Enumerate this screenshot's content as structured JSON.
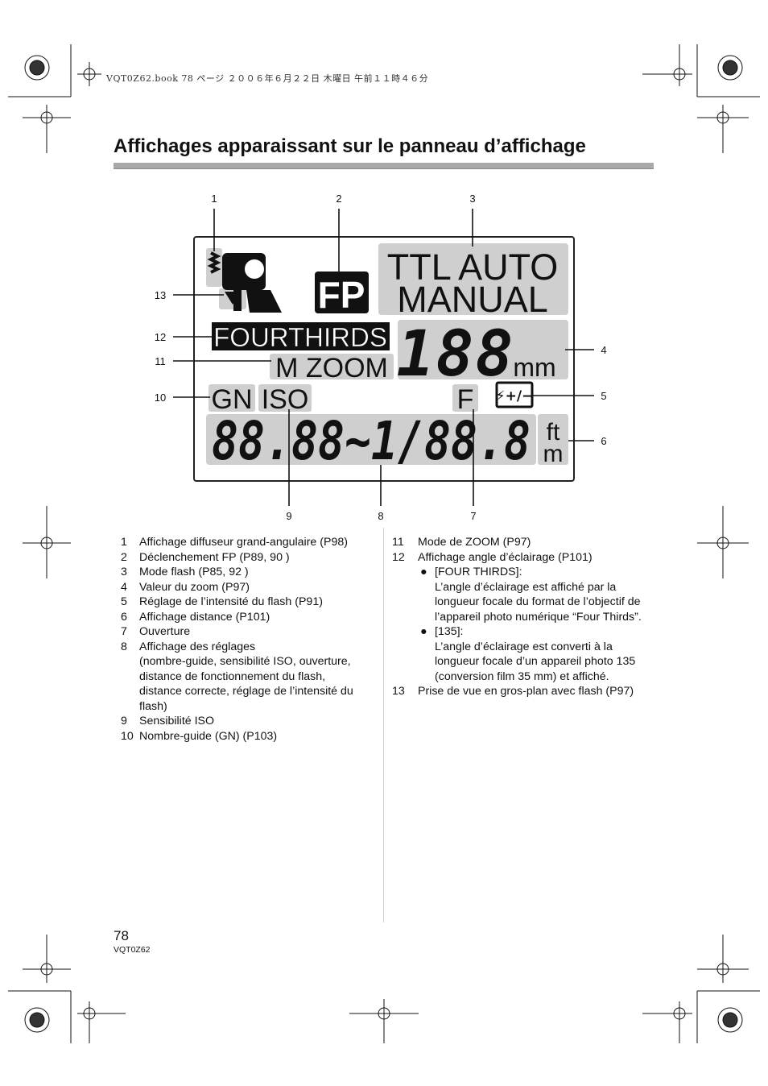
{
  "header": {
    "printer_line": "VQT0Z62.book  78 ページ  ２００６年６月２２日  木曜日  午前１１時４６分"
  },
  "title": "Affichages apparaissant sur le panneau d’affichage",
  "diagram": {
    "callouts": [
      "1",
      "2",
      "3",
      "4",
      "5",
      "6",
      "7",
      "8",
      "9",
      "10",
      "11",
      "12",
      "13"
    ],
    "lcd": {
      "ttl_auto": "TTL AUTO",
      "manual": "MANUAL",
      "fp": "FP",
      "fourthirds": "FOURTHIRDS",
      "m_zoom": "M ZOOM",
      "zoom_value": "188",
      "mm": "mm",
      "gn": "GN",
      "iso": "ISO",
      "f": "F",
      "flash_comp": "⚡+/−",
      "distance_value": "88.88~1/88.8",
      "ft": "ft",
      "m": "m"
    }
  },
  "left_list": [
    {
      "n": "1",
      "t": "Affichage diffuseur grand-angulaire (P98)"
    },
    {
      "n": "2",
      "t": "Déclenchement FP (P89, 90 )"
    },
    {
      "n": "3",
      "t": "Mode flash (P85, 92 )"
    },
    {
      "n": "4",
      "t": "Valeur du zoom (P97)"
    },
    {
      "n": "5",
      "t": "Réglage de l’intensité du flash (P91)"
    },
    {
      "n": "6",
      "t": "Affichage distance (P101)"
    },
    {
      "n": "7",
      "t": "Ouverture"
    },
    {
      "n": "8",
      "t": "Affichage des réglages"
    },
    {
      "n": "",
      "t": "(nombre-guide, sensibilité ISO, ouverture,"
    },
    {
      "n": "",
      "t": "distance de fonctionnement du flash,"
    },
    {
      "n": "",
      "t": "distance correcte, réglage de l’intensité du"
    },
    {
      "n": "",
      "t": "flash)"
    },
    {
      "n": "9",
      "t": "Sensibilité ISO"
    },
    {
      "n": "10",
      "t": "Nombre-guide (GN) (P103)"
    }
  ],
  "right_list": {
    "item11": {
      "n": "11",
      "t": "Mode de ZOOM (P97)"
    },
    "item12": {
      "n": "12",
      "t": "Affichage angle d’éclairage (P101)"
    },
    "bullet1": {
      "b": "●",
      "head": "[FOUR THIRDS]:",
      "lines": [
        "L’angle d’éclairage est affiché par la",
        "longueur focale du format de l’objectif de",
        "l’appareil photo numérique “Four Thirds”."
      ]
    },
    "bullet2": {
      "b": "●",
      "head": "[135]:",
      "lines": [
        "L’angle d’éclairage est converti à la",
        "longueur focale d’un appareil photo 135",
        "(conversion film 35 mm) et affiché."
      ]
    },
    "item13": {
      "n": "13",
      "t": "Prise de vue en gros-plan avec flash (P97)"
    }
  },
  "footer": {
    "page_number": "78",
    "code": "VQT0Z62"
  }
}
